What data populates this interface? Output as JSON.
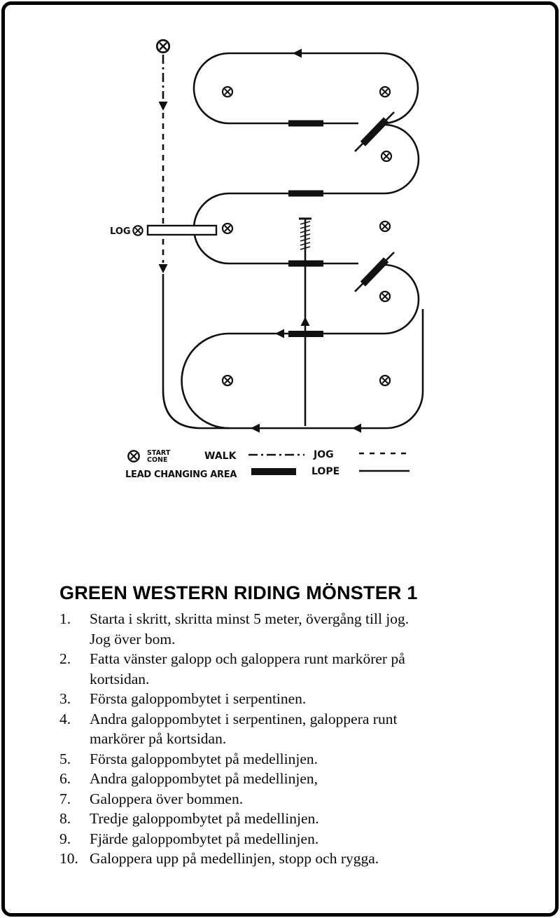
{
  "diagram": {
    "log_label": "LOG",
    "legend": {
      "start_cone_line1": "START",
      "start_cone_line2": "CONE",
      "walk_label": "WALK",
      "jog_label": "JOG",
      "lope_label": "LOPE",
      "lead_changing_area_label": "LEAD CHANGING AREA"
    }
  },
  "pattern": {
    "title": "GREEN WESTERN RIDING MÖNSTER 1",
    "steps": [
      {
        "num": "1.",
        "text": "Starta i skritt, skritta minst 5 meter, övergång till jog.\nJog över bom."
      },
      {
        "num": "2.",
        "text": "Fatta vänster galopp och galoppera runt markörer på\nkortsidan."
      },
      {
        "num": "3.",
        "text": "Första galoppombytet i serpentinen."
      },
      {
        "num": "4.",
        "text": "Andra galoppombytet i serpentinen, galoppera runt\nmarkörer på kortsidan."
      },
      {
        "num": "5.",
        "text": "Första galoppombytet på medellinjen."
      },
      {
        "num": "6.",
        "text": "Andra galoppombytet på medellinjen,"
      },
      {
        "num": "7.",
        "text": "Galoppera över bommen."
      },
      {
        "num": "8.",
        "text": "Tredje galoppombytet på medellinjen."
      },
      {
        "num": "9.",
        "text": "Fjärde galoppombytet på medellinjen."
      },
      {
        "num": "10.",
        "text": "Galoppera upp på medellinjen, stopp och rygga."
      }
    ]
  },
  "colors": {
    "ink": "#111111",
    "background": "#ffffff"
  }
}
